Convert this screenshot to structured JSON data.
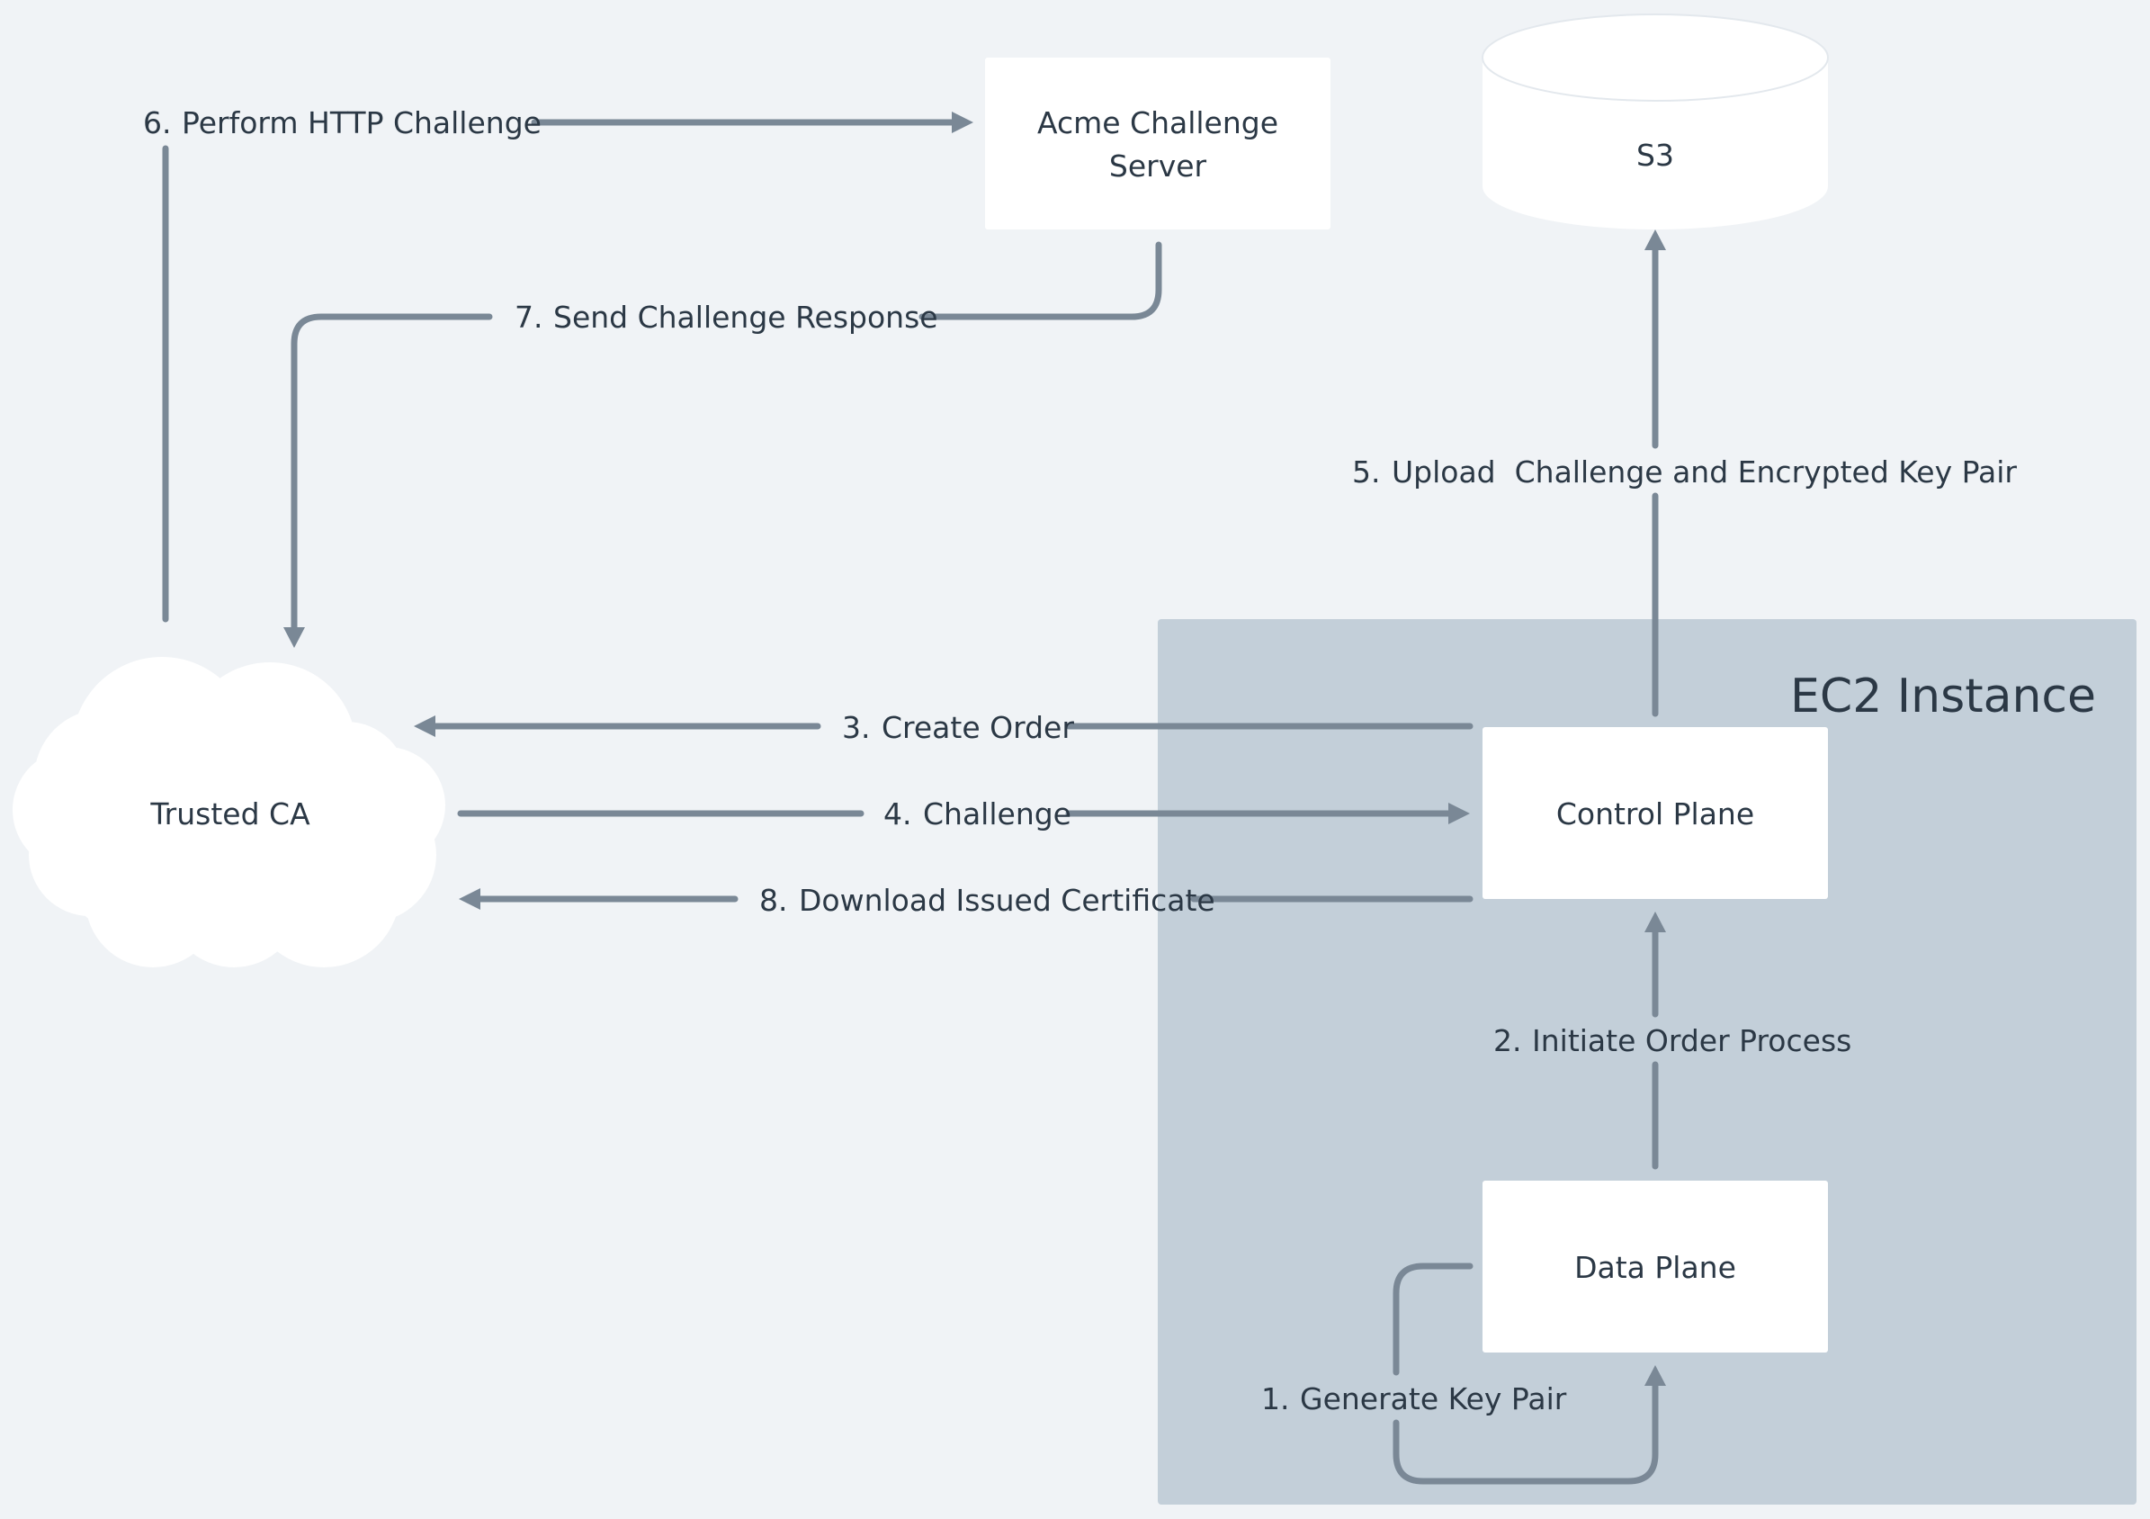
{
  "colors": {
    "background": "#f0f3f6",
    "region_fill": "#c3cfd9",
    "node_fill": "#ffffff",
    "connector": "#7a8896",
    "text": "#2b3845"
  },
  "region": {
    "title": "EC2 Instance"
  },
  "nodes": {
    "acme": {
      "line1": "Acme Challenge",
      "line2": "Server"
    },
    "s3": {
      "label": "S3"
    },
    "trusted_ca": {
      "label": "Trusted CA"
    },
    "control_plane": {
      "label": "Control Plane"
    },
    "data_plane": {
      "label": "Data Plane"
    }
  },
  "steps": [
    {
      "number": "1.",
      "text": "Generate Key Pair"
    },
    {
      "number": "2.",
      "text": "Initiate Order Process"
    },
    {
      "number": "3.",
      "text": "Create Order"
    },
    {
      "number": "4.",
      "text": "Challenge"
    },
    {
      "number": "5.",
      "text": "Upload  Challenge and Encrypted Key Pair"
    },
    {
      "number": "6.",
      "text": "Perform HTTP Challenge"
    },
    {
      "number": "7.",
      "text": "Send Challenge Response"
    },
    {
      "number": "8.",
      "text": "Download Issued Certificate"
    }
  ]
}
